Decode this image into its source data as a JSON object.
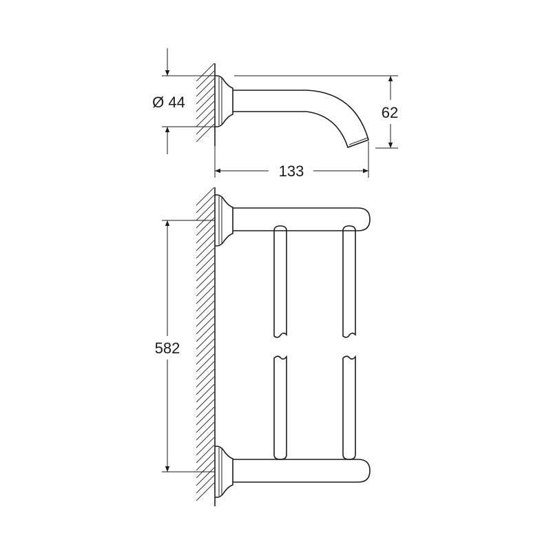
{
  "drawing": {
    "top_view": {
      "diameter_label": "Ø 44",
      "height_label": "62",
      "projection_label": "133"
    },
    "front_view": {
      "spacing_label": "582"
    },
    "colors": {
      "line": "#1a1a1a",
      "background": "#ffffff"
    }
  }
}
